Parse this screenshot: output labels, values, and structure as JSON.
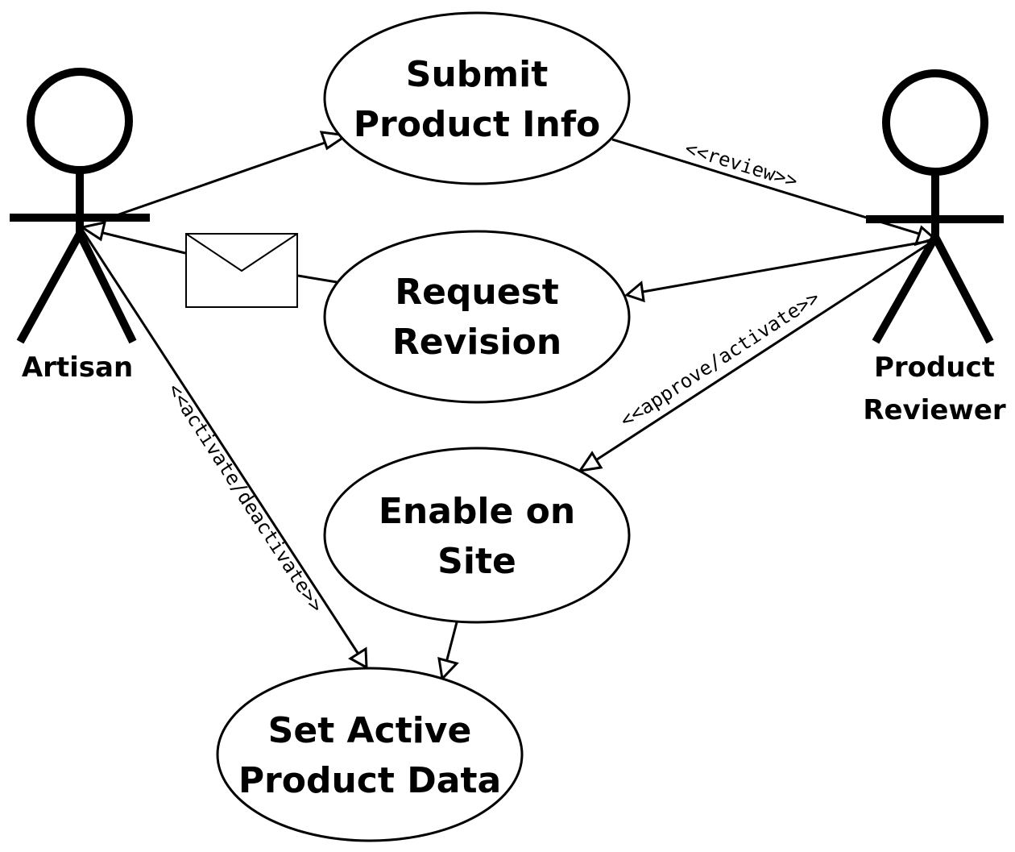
{
  "actors": {
    "artisan": {
      "label": "Artisan"
    },
    "reviewer": {
      "label_lines": [
        "Product",
        "Reviewer"
      ]
    }
  },
  "use_cases": {
    "submit": {
      "lines": [
        "Submit",
        "Product Info"
      ]
    },
    "request_revision": {
      "lines": [
        "Request",
        "Revision"
      ]
    },
    "enable": {
      "lines": [
        "Enable on",
        "Site"
      ]
    },
    "set_active": {
      "lines": [
        "Set Active",
        "Product Data"
      ]
    }
  },
  "stereotypes": {
    "review": "<<review>>",
    "approve_activate": "<<approve/activate>>",
    "activate_deactivate": "<<activate/deactivate>>"
  },
  "message_icon": "envelope-icon"
}
